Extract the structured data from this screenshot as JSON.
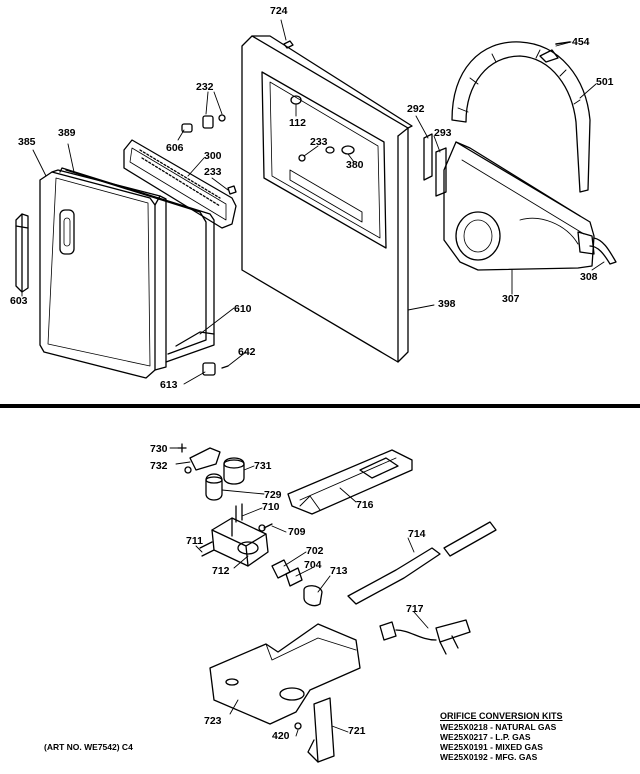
{
  "labels": {
    "p724": "724",
    "p454": "454",
    "p501": "501",
    "p232": "232",
    "p385": "385",
    "p389": "389",
    "p606": "606",
    "p300": "300",
    "p233a": "233",
    "p112": "112",
    "p233b": "233",
    "p380": "380",
    "p292": "292",
    "p293": "293",
    "p603": "603",
    "p610": "610",
    "p642": "642",
    "p613": "613",
    "p398": "398",
    "p307": "307",
    "p308": "308",
    "p730": "730",
    "p732": "732",
    "p731": "731",
    "p729": "729",
    "p710": "710",
    "p716": "716",
    "p709": "709",
    "p711": "711",
    "p702": "702",
    "p714": "714",
    "p712": "712",
    "p704": "704",
    "p713": "713",
    "p717": "717",
    "p723": "723",
    "p420": "420",
    "p721": "721"
  },
  "kits": {
    "title": "ORIFICE CONVERSION KITS",
    "items": [
      "WE25X0218 - NATURAL GAS",
      "WE25X0217 - L.P. GAS",
      "WE25X0191 - MIXED GAS",
      "WE25X0192 - MFG. GAS"
    ]
  },
  "art_number": "(ART NO. WE7542) C4"
}
